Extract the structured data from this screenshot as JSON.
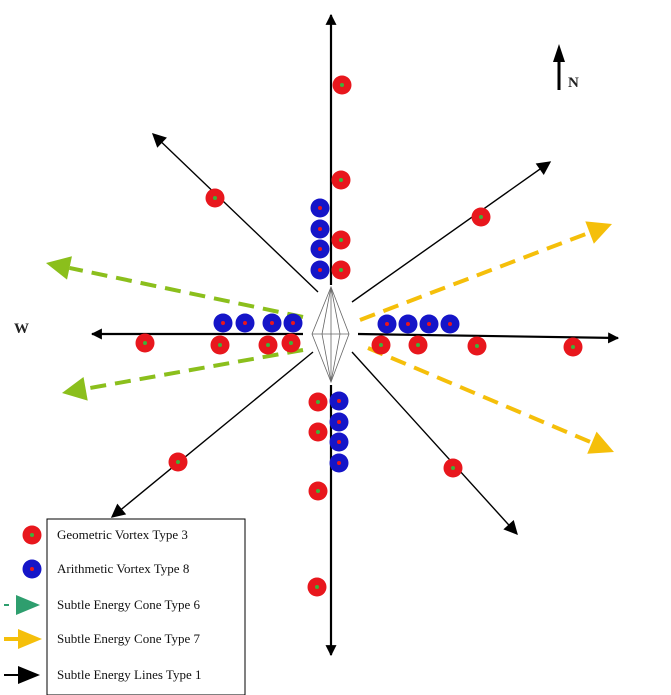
{
  "compass": {
    "north": "N",
    "west": "W"
  },
  "colors": {
    "geometric_fill": "#e8171d",
    "geometric_dot": "#3fb23a",
    "arithmetic_fill": "#1515c8",
    "arithmetic_dot": "#e8171d",
    "cone6": "#8bbf1c",
    "cone6_legend": "#2e9e6e",
    "cone7": "#f5bf0a",
    "lines": "#000000"
  },
  "legend": [
    {
      "label": "Geometric Vortex  Type 3",
      "symbol": "geometric-vortex-icon"
    },
    {
      "label": "Arithmetic Vortex Type 8",
      "symbol": "arithmetic-vortex-icon"
    },
    {
      "label": "Subtle Energy  Cone Type 6",
      "symbol": "green-cone-arrow-icon"
    },
    {
      "label": "Subtle Energy  Cone Type 7",
      "symbol": "yellow-cone-arrow-icon"
    },
    {
      "label": "Subtle Energy Lines  Type 1",
      "symbol": "black-line-arrow-icon"
    }
  ]
}
